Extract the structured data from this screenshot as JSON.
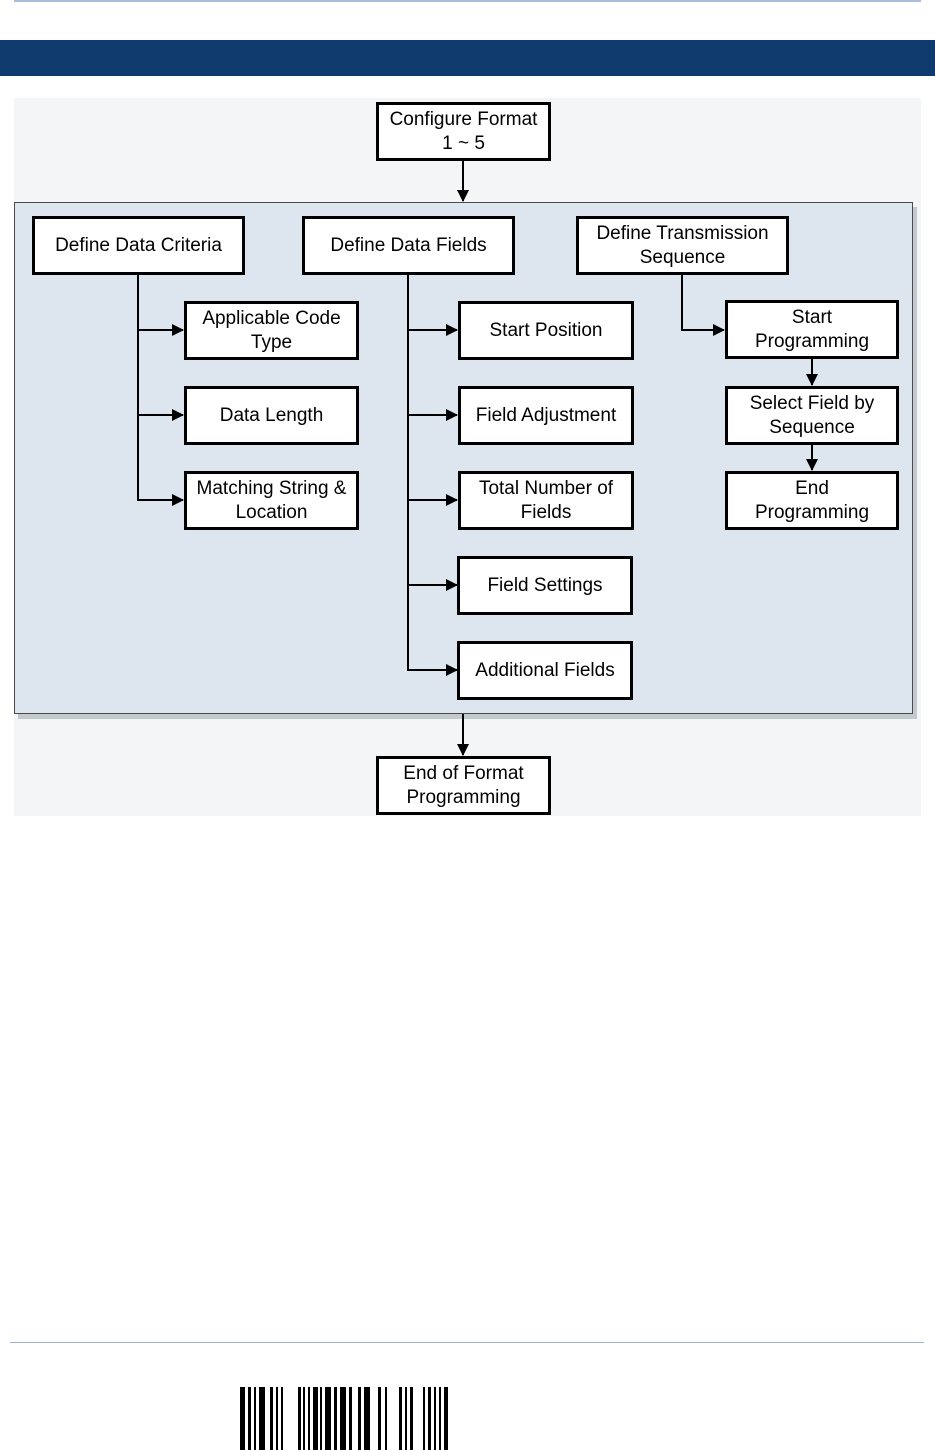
{
  "colors": {
    "header_band": "#0f3a6e",
    "panel_fill": "#dde5ef",
    "box_border": "#000000",
    "rule": "#a9bcd9"
  },
  "diagram": {
    "start_box": "Configure Format\n1 ~ 5",
    "end_box": "End of Format\nProgramming",
    "columns": {
      "criteria": {
        "header": "Define Data Criteria",
        "items": [
          "Applicable Code\nType",
          "Data Length",
          "Matching String &\nLocation"
        ]
      },
      "fields": {
        "header": "Define Data Fields",
        "items": [
          "Start Position",
          "Field Adjustment",
          "Total Number of\nFields",
          "Field Settings",
          "Additional Fields"
        ]
      },
      "transmission": {
        "header": "Define Transmission\nSequence",
        "items": [
          "Start\nProgramming",
          "Select Field by\nSequence",
          "End\nProgramming"
        ]
      }
    }
  },
  "barcode": {
    "icon": "barcode-icon"
  }
}
